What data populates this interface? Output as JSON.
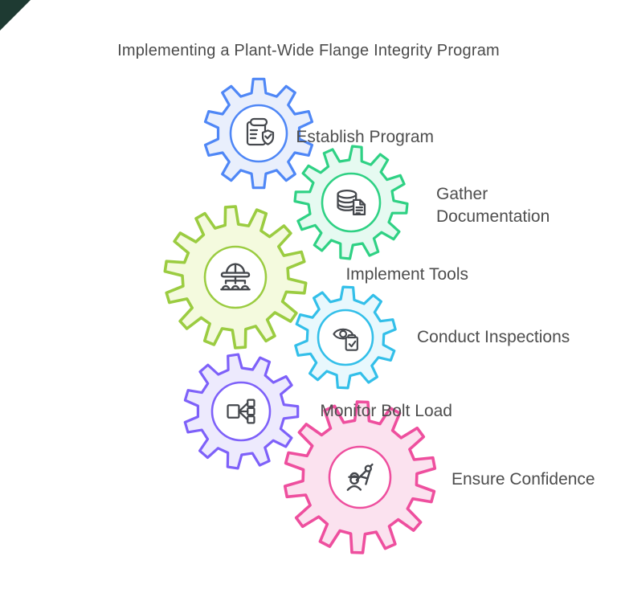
{
  "title": "Implementing a Plant-Wide Flange Integrity Program",
  "corner_accent_color": "#1e3a32",
  "text_color": "#4e4e4e",
  "icon_stroke_color": "#45484d",
  "steps": [
    {
      "id": "establish-program",
      "label": "Establish Program",
      "side": "left",
      "icon": "clipboard-check-icon",
      "stroke": "#4f87f6",
      "fill": "#e9effc"
    },
    {
      "id": "gather-documentation",
      "label": "Gather Documentation",
      "side": "right",
      "icon": "database-document-icon",
      "stroke": "#2fd184",
      "fill": "#e6faf1"
    },
    {
      "id": "implement-tools",
      "label": "Implement Tools",
      "side": "left",
      "icon": "hard-hat-deploy-icon",
      "stroke": "#9bcc41",
      "fill": "#f4fade"
    },
    {
      "id": "conduct-inspections",
      "label": "Conduct Inspections",
      "side": "right",
      "icon": "eye-checklist-icon",
      "stroke": "#33bfe9",
      "fill": "#e8f8fd"
    },
    {
      "id": "monitor-bolt-load",
      "label": "Monitor Bolt Load",
      "side": "left",
      "icon": "bolt-fanout-icon",
      "stroke": "#7e61f9",
      "fill": "#edeafd"
    },
    {
      "id": "ensure-confidence",
      "label": "Ensure Confidence",
      "side": "right",
      "icon": "engineer-compass-icon",
      "stroke": "#ee4f9e",
      "fill": "#fbe2ef"
    }
  ]
}
